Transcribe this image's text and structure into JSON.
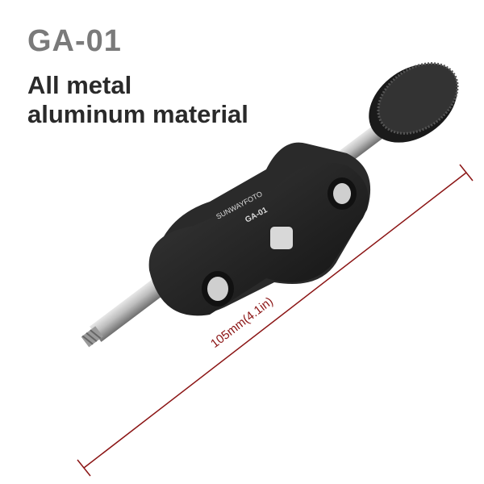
{
  "heading": {
    "model": "GA-01",
    "tagline_line1": "All metal",
    "tagline_line2": "aluminum material"
  },
  "product": {
    "brand_engraving": "SUNWAYFOTO",
    "model_engraving": "GA-01"
  },
  "dimension": {
    "label": "105mm(4.1in)",
    "color": "#8b1414"
  }
}
